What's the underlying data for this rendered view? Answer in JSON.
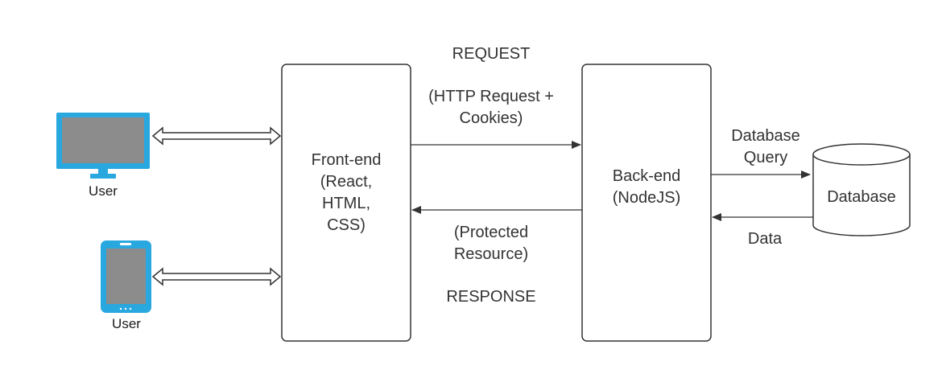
{
  "nodes": {
    "frontend": "Front-end\n(React,\nHTML,\nCSS)",
    "backend": "Back-end\n(NodeJS)",
    "database": "Database"
  },
  "users": {
    "desktop_label": "User",
    "tablet_label": "User"
  },
  "request": {
    "title": "REQUEST",
    "detail": "(HTTP Request +\nCookies)"
  },
  "response": {
    "title": "RESPONSE",
    "detail": "(Protected\nResource)"
  },
  "db_links": {
    "query": "Database\nQuery",
    "data": "Data"
  },
  "colors": {
    "device_frame": "#29a8e0",
    "device_screen": "#8c8c8c",
    "line": "#333333"
  }
}
